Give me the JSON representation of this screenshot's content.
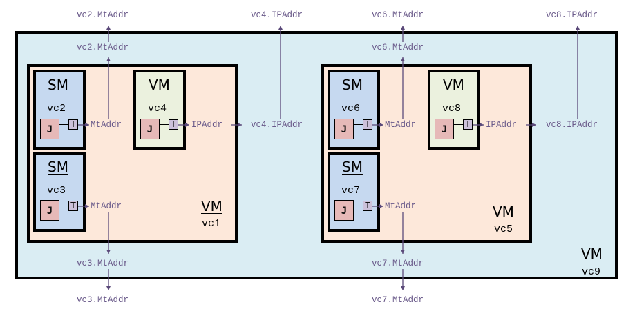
{
  "colors": {
    "outer_fill": "#daedf3",
    "vm_fill": "#fde8da",
    "sm_fill": "#c6d9f0",
    "inner_vm_fill": "#ebf1de",
    "j_fill": "#e6b9b8",
    "t_fill": "#ccc1da",
    "arrow": "#5b4a7a",
    "label_text": "#6a5a8a"
  },
  "outer": {
    "kind": "VM",
    "name": "vc9"
  },
  "vm_left": {
    "kind": "VM",
    "name": "vc1"
  },
  "vm_right": {
    "kind": "VM",
    "name": "vc5"
  },
  "components": {
    "vc2": {
      "kind": "SM",
      "name": "vc2",
      "j": "J",
      "t": "T",
      "port": "MtAddr"
    },
    "vc4": {
      "kind": "VM",
      "name": "vc4",
      "j": "J",
      "t": "T",
      "port": "IPAddr"
    },
    "vc3": {
      "kind": "SM",
      "name": "vc3",
      "j": "J",
      "t": "T",
      "port": "MtAddr"
    },
    "vc6": {
      "kind": "SM",
      "name": "vc6",
      "j": "J",
      "t": "T",
      "port": "MtAddr"
    },
    "vc8": {
      "kind": "VM",
      "name": "vc8",
      "j": "J",
      "t": "T",
      "port": "IPAddr"
    },
    "vc7": {
      "kind": "SM",
      "name": "vc7",
      "j": "J",
      "t": "T",
      "port": "MtAddr"
    }
  },
  "exports": {
    "vc2_mid": "vc2.MtAddr",
    "vc2_top": "vc2.MtAddr",
    "vc4_mid": "vc4.IPAddr",
    "vc4_top": "vc4.IPAddr",
    "vc6_mid": "vc6.MtAddr",
    "vc6_top": "vc6.MtAddr",
    "vc8_mid": "vc8.IPAddr",
    "vc8_top": "vc8.IPAddr",
    "vc3_mid": "vc3.MtAddr",
    "vc3_bottom": "vc3.MtAddr",
    "vc7_mid": "vc7.MtAddr",
    "vc7_bottom": "vc7.MtAddr"
  }
}
